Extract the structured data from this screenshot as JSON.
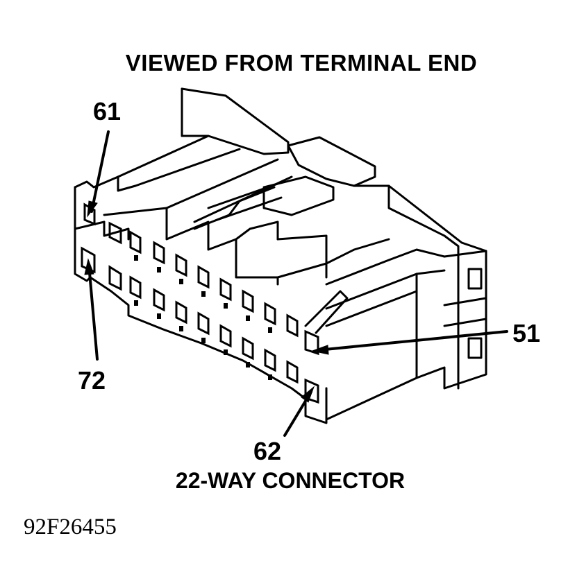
{
  "title": "VIEWED FROM TERMINAL END",
  "caption": "22-WAY CONNECTOR",
  "figure_id": "92F26455",
  "pins": {
    "p61": "61",
    "p72": "72",
    "p51": "51",
    "p62": "62"
  }
}
